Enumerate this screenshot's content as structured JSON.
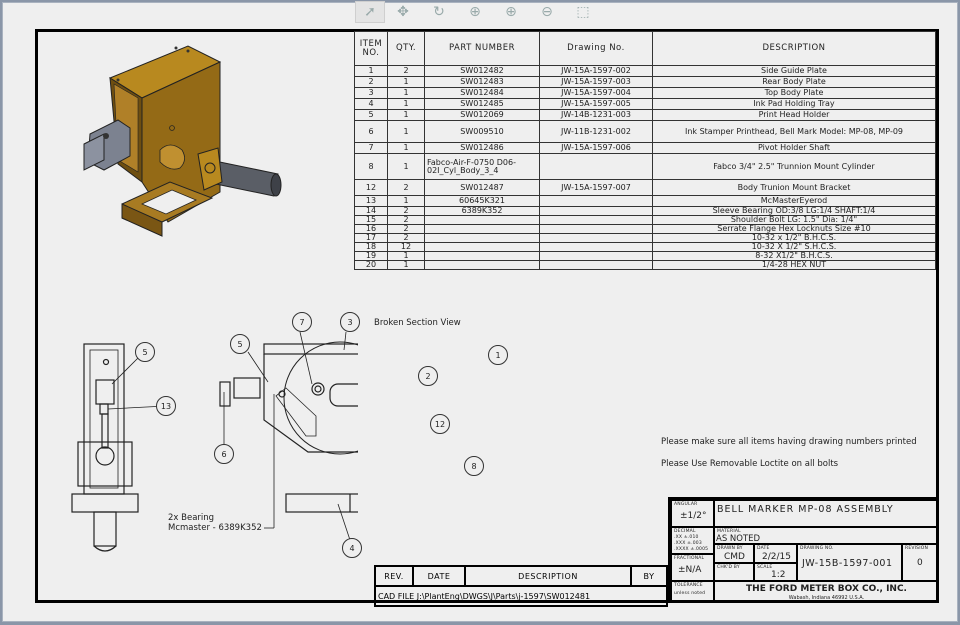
{
  "toolbar": {
    "tools": [
      {
        "name": "select-tool",
        "glyph": "➚"
      },
      {
        "name": "pan-tool",
        "glyph": "✥"
      },
      {
        "name": "rotate-tool",
        "glyph": "↻"
      },
      {
        "name": "zoom-area-tool",
        "glyph": "⊕"
      },
      {
        "name": "zoom-in-tool",
        "glyph": "⊕"
      },
      {
        "name": "zoom-out-tool",
        "glyph": "⊖"
      },
      {
        "name": "view-tool",
        "glyph": "⬚"
      }
    ]
  },
  "bom": {
    "headers": [
      "ITEM NO.",
      "QTY.",
      "PART NUMBER",
      "Drawing No.",
      "DESCRIPTION"
    ],
    "rows": [
      {
        "item": "1",
        "qty": "2",
        "part": "SW012482",
        "drawing": "JW-15A-1597-002",
        "desc": "Side Guide Plate"
      },
      {
        "item": "2",
        "qty": "1",
        "part": "SW012483",
        "drawing": "JW-15A-1597-003",
        "desc": "Rear Body Plate"
      },
      {
        "item": "3",
        "qty": "1",
        "part": "SW012484",
        "drawing": "JW-15A-1597-004",
        "desc": "Top Body Plate"
      },
      {
        "item": "4",
        "qty": "1",
        "part": "SW012485",
        "drawing": "JW-15A-1597-005",
        "desc": "Ink Pad Holding Tray"
      },
      {
        "item": "5",
        "qty": "1",
        "part": "SW012069",
        "drawing": "JW-14B-1231-003",
        "desc": "Print Head Holder"
      },
      {
        "item": "6",
        "qty": "1",
        "part": "SW009510",
        "drawing": "JW-11B-1231-002",
        "desc": "Ink Stamper Printhead, Bell Mark Model:  MP-08, MP-09"
      },
      {
        "item": "7",
        "qty": "1",
        "part": "SW012486",
        "drawing": "JW-15A-1597-006",
        "desc": "Pivot Holder Shaft"
      },
      {
        "item": "8",
        "qty": "1",
        "part": "Fabco-Air-F-0750 D06-02I_Cyl_Body_3_4",
        "drawing": "",
        "desc": "Fabco 3/4\" 2.5\" Trunnion Mount Cylinder"
      },
      {
        "item": "12",
        "qty": "2",
        "part": "SW012487",
        "drawing": "JW-15A-1597-007",
        "desc": "Body Trunion Mount Bracket"
      },
      {
        "item": "13",
        "qty": "1",
        "part": "60645K321",
        "drawing": "",
        "desc": "McMasterEyerod"
      },
      {
        "item": "14",
        "qty": "2",
        "part": "6389K352",
        "drawing": "",
        "desc": "Sleeve Bearing OD:3/8 LG:1/4 SHAFT:1/4"
      },
      {
        "item": "15",
        "qty": "2",
        "part": "",
        "drawing": "",
        "desc": "Shoulder Bolt LG: 1.5\" Dia: 1/4\""
      },
      {
        "item": "16",
        "qty": "2",
        "part": "",
        "drawing": "",
        "desc": "Serrate Flange Hex Locknuts Size #10"
      },
      {
        "item": "17",
        "qty": "2",
        "part": "",
        "drawing": "",
        "desc": "10-32 x 1/2\" B.H.C.S."
      },
      {
        "item": "18",
        "qty": "12",
        "part": "",
        "drawing": "",
        "desc": "10-32 X 1/2\" S.H.C.S."
      },
      {
        "item": "19",
        "qty": "1",
        "part": "",
        "drawing": "",
        "desc": "8-32 X1/2\" B.H.C.S."
      },
      {
        "item": "20",
        "qty": "1",
        "part": "",
        "drawing": "",
        "desc": "1/4-28 HEX NUT"
      }
    ]
  },
  "views": {
    "section_label": "Broken Section View",
    "bearing_note_line1": "2x  Bearing",
    "bearing_note_line2": "Mcmaster - 6389K352",
    "balloons_side": [
      "5",
      "13"
    ],
    "balloons_section": [
      "7",
      "3",
      "5",
      "1",
      "2",
      "6",
      "12",
      "8",
      "4"
    ]
  },
  "notes": [
    "Please make sure all items having drawing numbers printed",
    "Please Use Removable Loctite on all bolts"
  ],
  "revision_block": {
    "headers": [
      "REV.",
      "DATE",
      "DESCRIPTION",
      "BY"
    ],
    "cad_file": "CAD FILE J:\\PlantEng\\DWGS\\J\\Parts\\j-1597\\SW012481"
  },
  "title_block": {
    "angular_label": "ANGULAR",
    "angular_value": "±1/2°",
    "decimal_label": "DECIMAL",
    "decimal_lines": [
      ".XX  ±.010",
      ".XXX  ±.003",
      ".XXXX  ±.0005"
    ],
    "fractional_label": "FRACTIONAL",
    "fractional_value": "±N/A",
    "tolerance_label": "TOLERANCE",
    "tolerance_sub": "unless noted",
    "title": "BELL MARKER MP-08 ASSEMBLY",
    "material_label": "MATERIAL",
    "material_value": "AS NOTED",
    "drawn_by_label": "DRAWN BY",
    "drawn_by_value": "CMD",
    "date_label": "DATE",
    "date_value": "2/2/15",
    "drawing_no_label": "DRAWING NO.",
    "drawing_no_value": "JW-15B-1597-001",
    "revision_label": "REVISION",
    "revision_value": "0",
    "chkd_by_label": "CHK'D BY",
    "chkd_by_value": "",
    "scale_label": "SCALE",
    "scale_value": "1:2",
    "company": "THE FORD METER BOX CO., INC.",
    "address": "Wabash, Indiana 46992 U.S.A."
  },
  "colors": {
    "part_bronze": "#a87b22",
    "part_bronze_dark": "#7a5614",
    "printhead_gray": "#7c8290",
    "cylinder_gray": "#5a5e66",
    "sheet_bg": "#efefef",
    "chrome": "#8a96a8"
  }
}
